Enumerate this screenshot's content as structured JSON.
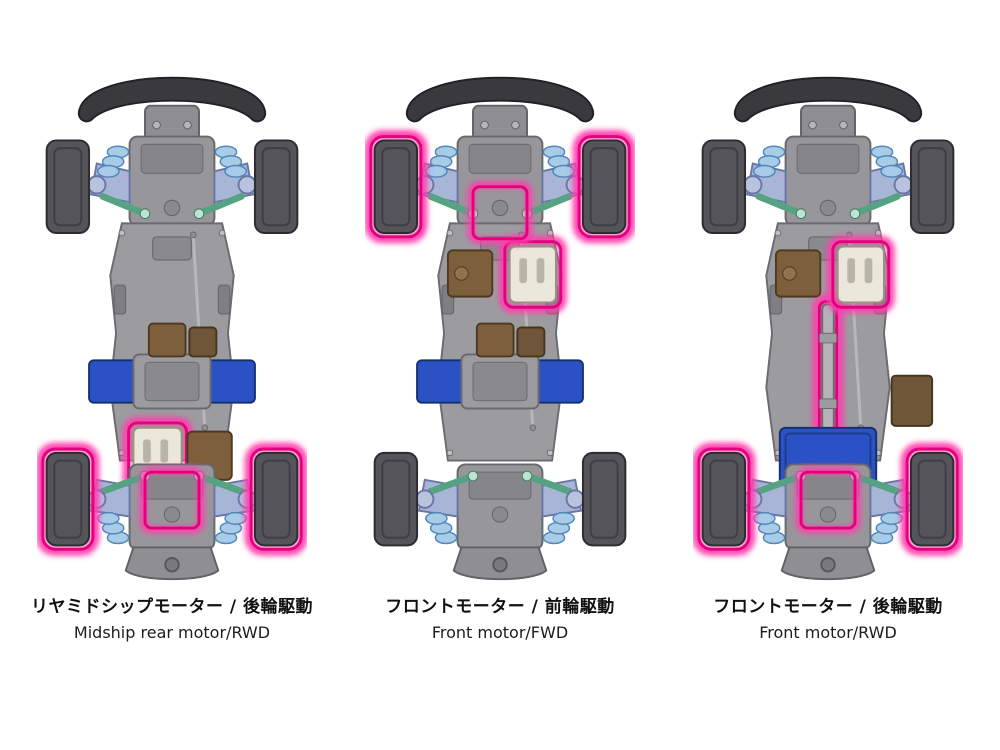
{
  "page": {
    "background": "#ffffff"
  },
  "colors": {
    "highlight_magenta": "#e6007e",
    "highlight_glow": "#ff3fae",
    "battery_blue": "#2a52c4"
  },
  "figures": [
    {
      "id": "midship-rear-motor-rwd",
      "caption_jp": "リヤミドシップモーター / 後輪駆動",
      "caption_en": "Midship rear motor/RWD",
      "drive": {
        "motor_position": "mid-rear",
        "driven_wheels": "rear",
        "front_wheels_highlight": false,
        "rear_wheels_highlight": true,
        "battery_position": "mid",
        "driveshaft_highlight": false
      }
    },
    {
      "id": "front-motor-fwd",
      "caption_jp": "フロントモーター / 前輪駆動",
      "caption_en": "Front motor/FWD",
      "drive": {
        "motor_position": "front",
        "driven_wheels": "front",
        "front_wheels_highlight": true,
        "rear_wheels_highlight": false,
        "battery_position": "mid",
        "driveshaft_highlight": false
      }
    },
    {
      "id": "front-motor-rwd",
      "caption_jp": "フロントモーター / 後輪駆動",
      "caption_en": "Front motor/RWD",
      "drive": {
        "motor_position": "front",
        "driven_wheels": "rear",
        "front_wheels_highlight": false,
        "rear_wheels_highlight": true,
        "battery_position": "rear",
        "driveshaft_highlight": true
      }
    }
  ]
}
